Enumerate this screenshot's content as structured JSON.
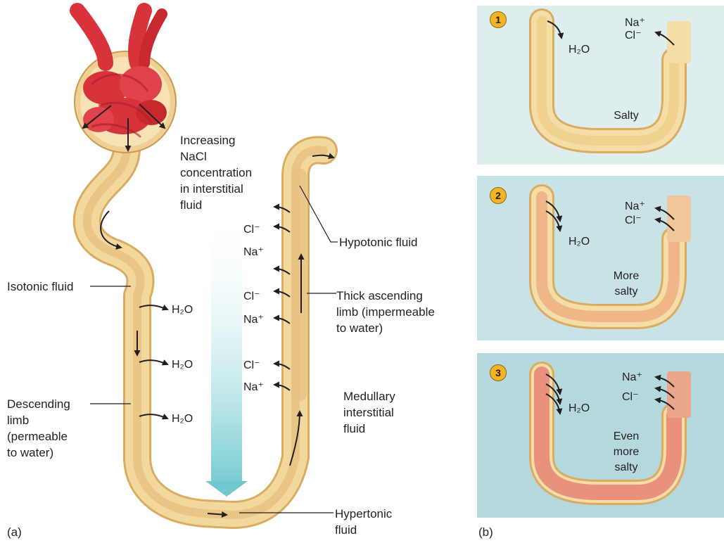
{
  "figure_labels": {
    "a": "(a)",
    "b": "(b)"
  },
  "gradient_label": [
    "Increasing",
    "NaCl",
    "concentration",
    "in interstitial",
    "fluid"
  ],
  "isotonic_label": "Isotonic fluid",
  "descending_label": [
    "Descending",
    "limb",
    "(permeable",
    "to water)"
  ],
  "water_label": "H₂O",
  "chloride_label": "Cl⁻",
  "sodium_label": "Na⁺",
  "hypotonic_label": "Hypotonic fluid",
  "thick_limb_label": [
    "Thick ascending",
    "limb (impermeable",
    "to water)"
  ],
  "medullary_label": [
    "Medullary",
    "interstitial",
    "fluid"
  ],
  "hypertonic_label": [
    "Hypertonic",
    "fluid"
  ],
  "panels": [
    {
      "number": "1",
      "salt_text": [
        "Salty"
      ],
      "background": "#deeeef",
      "lumen": "#f1d18e"
    },
    {
      "number": "2",
      "salt_text": [
        "More",
        "salty"
      ],
      "background": "#c8e3e5",
      "lumen": "#efb688"
    },
    {
      "number": "3",
      "salt_text": [
        "Even",
        "more",
        "salty"
      ],
      "background": "#b4d8dc",
      "lumen": "#e9917c"
    }
  ],
  "colors": {
    "tubule_wall": "#f2d89d",
    "tubule_lumen": "#e7c486",
    "glomerulus": "#d8333a",
    "capsule": "#efcf92",
    "gradient_arrow": "#7ecfd3",
    "badge": "#f4b324"
  }
}
